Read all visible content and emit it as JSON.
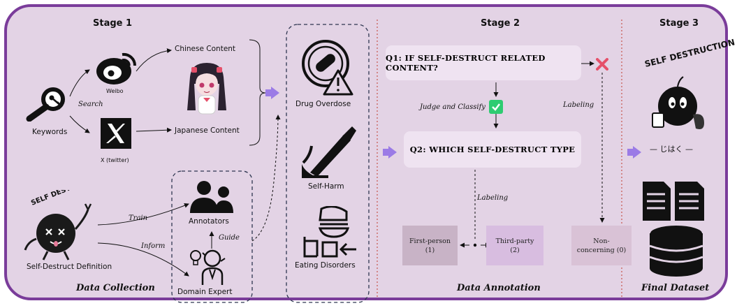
{
  "stages": {
    "stage1": "Stage 1",
    "stage2": "Stage 2",
    "stage3": "Stage 3"
  },
  "collection": {
    "keywords": "Keywords",
    "search": "Search",
    "weibo": "Weibo",
    "x_twitter": "X (twitter)",
    "chinese_content": "Chinese Content",
    "japanese_content": "Japanese Content",
    "definition_logo_text": "SELF DESTRUCTIVE",
    "definition": "Self-Destruct Definition",
    "train": "Train",
    "inform": "Inform",
    "guide": "Guide",
    "annotators": "Annotators",
    "domain_expert": "Domain Expert",
    "footer": "Data Collection"
  },
  "types": {
    "drug_overdose": "Drug Overdose",
    "self_harm": "Self-Harm",
    "eating_disorders": "Eating Disorders"
  },
  "annotation": {
    "q1": "Q1: IF SELF-DESTRUCT RELATED CONTENT?",
    "q2": "Q2: WHICH SELF-DESTRUCT TYPE",
    "judge_classify": "Judge and Classify",
    "labeling_right": "Labeling",
    "labeling_center": "Labeling",
    "first_person": "First-person\n(1)",
    "third_party": "Third-party\n(2)",
    "non_concerning": "Non-\nconcerning (0)",
    "footer": "Data Annotation"
  },
  "final": {
    "logo_text": "SELF DESTRUCTION",
    "jp_caption": "— じはく —",
    "footer": "Final Dataset"
  },
  "colors": {
    "frame": "#7a3c9a",
    "panel": "#e3d3e5",
    "arrow": "#9b7be6",
    "divider": "#c0392b",
    "cross": "#e5506a",
    "check": "#2ecc71",
    "first_person_box": "#c8b3c6",
    "third_party_box": "#d8bde0",
    "non_concerning_box": "#d9c2d6"
  },
  "icons": [
    "magnifier-icon",
    "weibo-icon",
    "x-logo-icon",
    "anime-girl-icon",
    "self-destructive-mascot-icon",
    "people-icon",
    "expert-icon",
    "pill-warning-icon",
    "knife-icon",
    "eating-disorder-icon",
    "cross-icon",
    "check-icon",
    "bomb-mascot-icon",
    "database-icon"
  ]
}
